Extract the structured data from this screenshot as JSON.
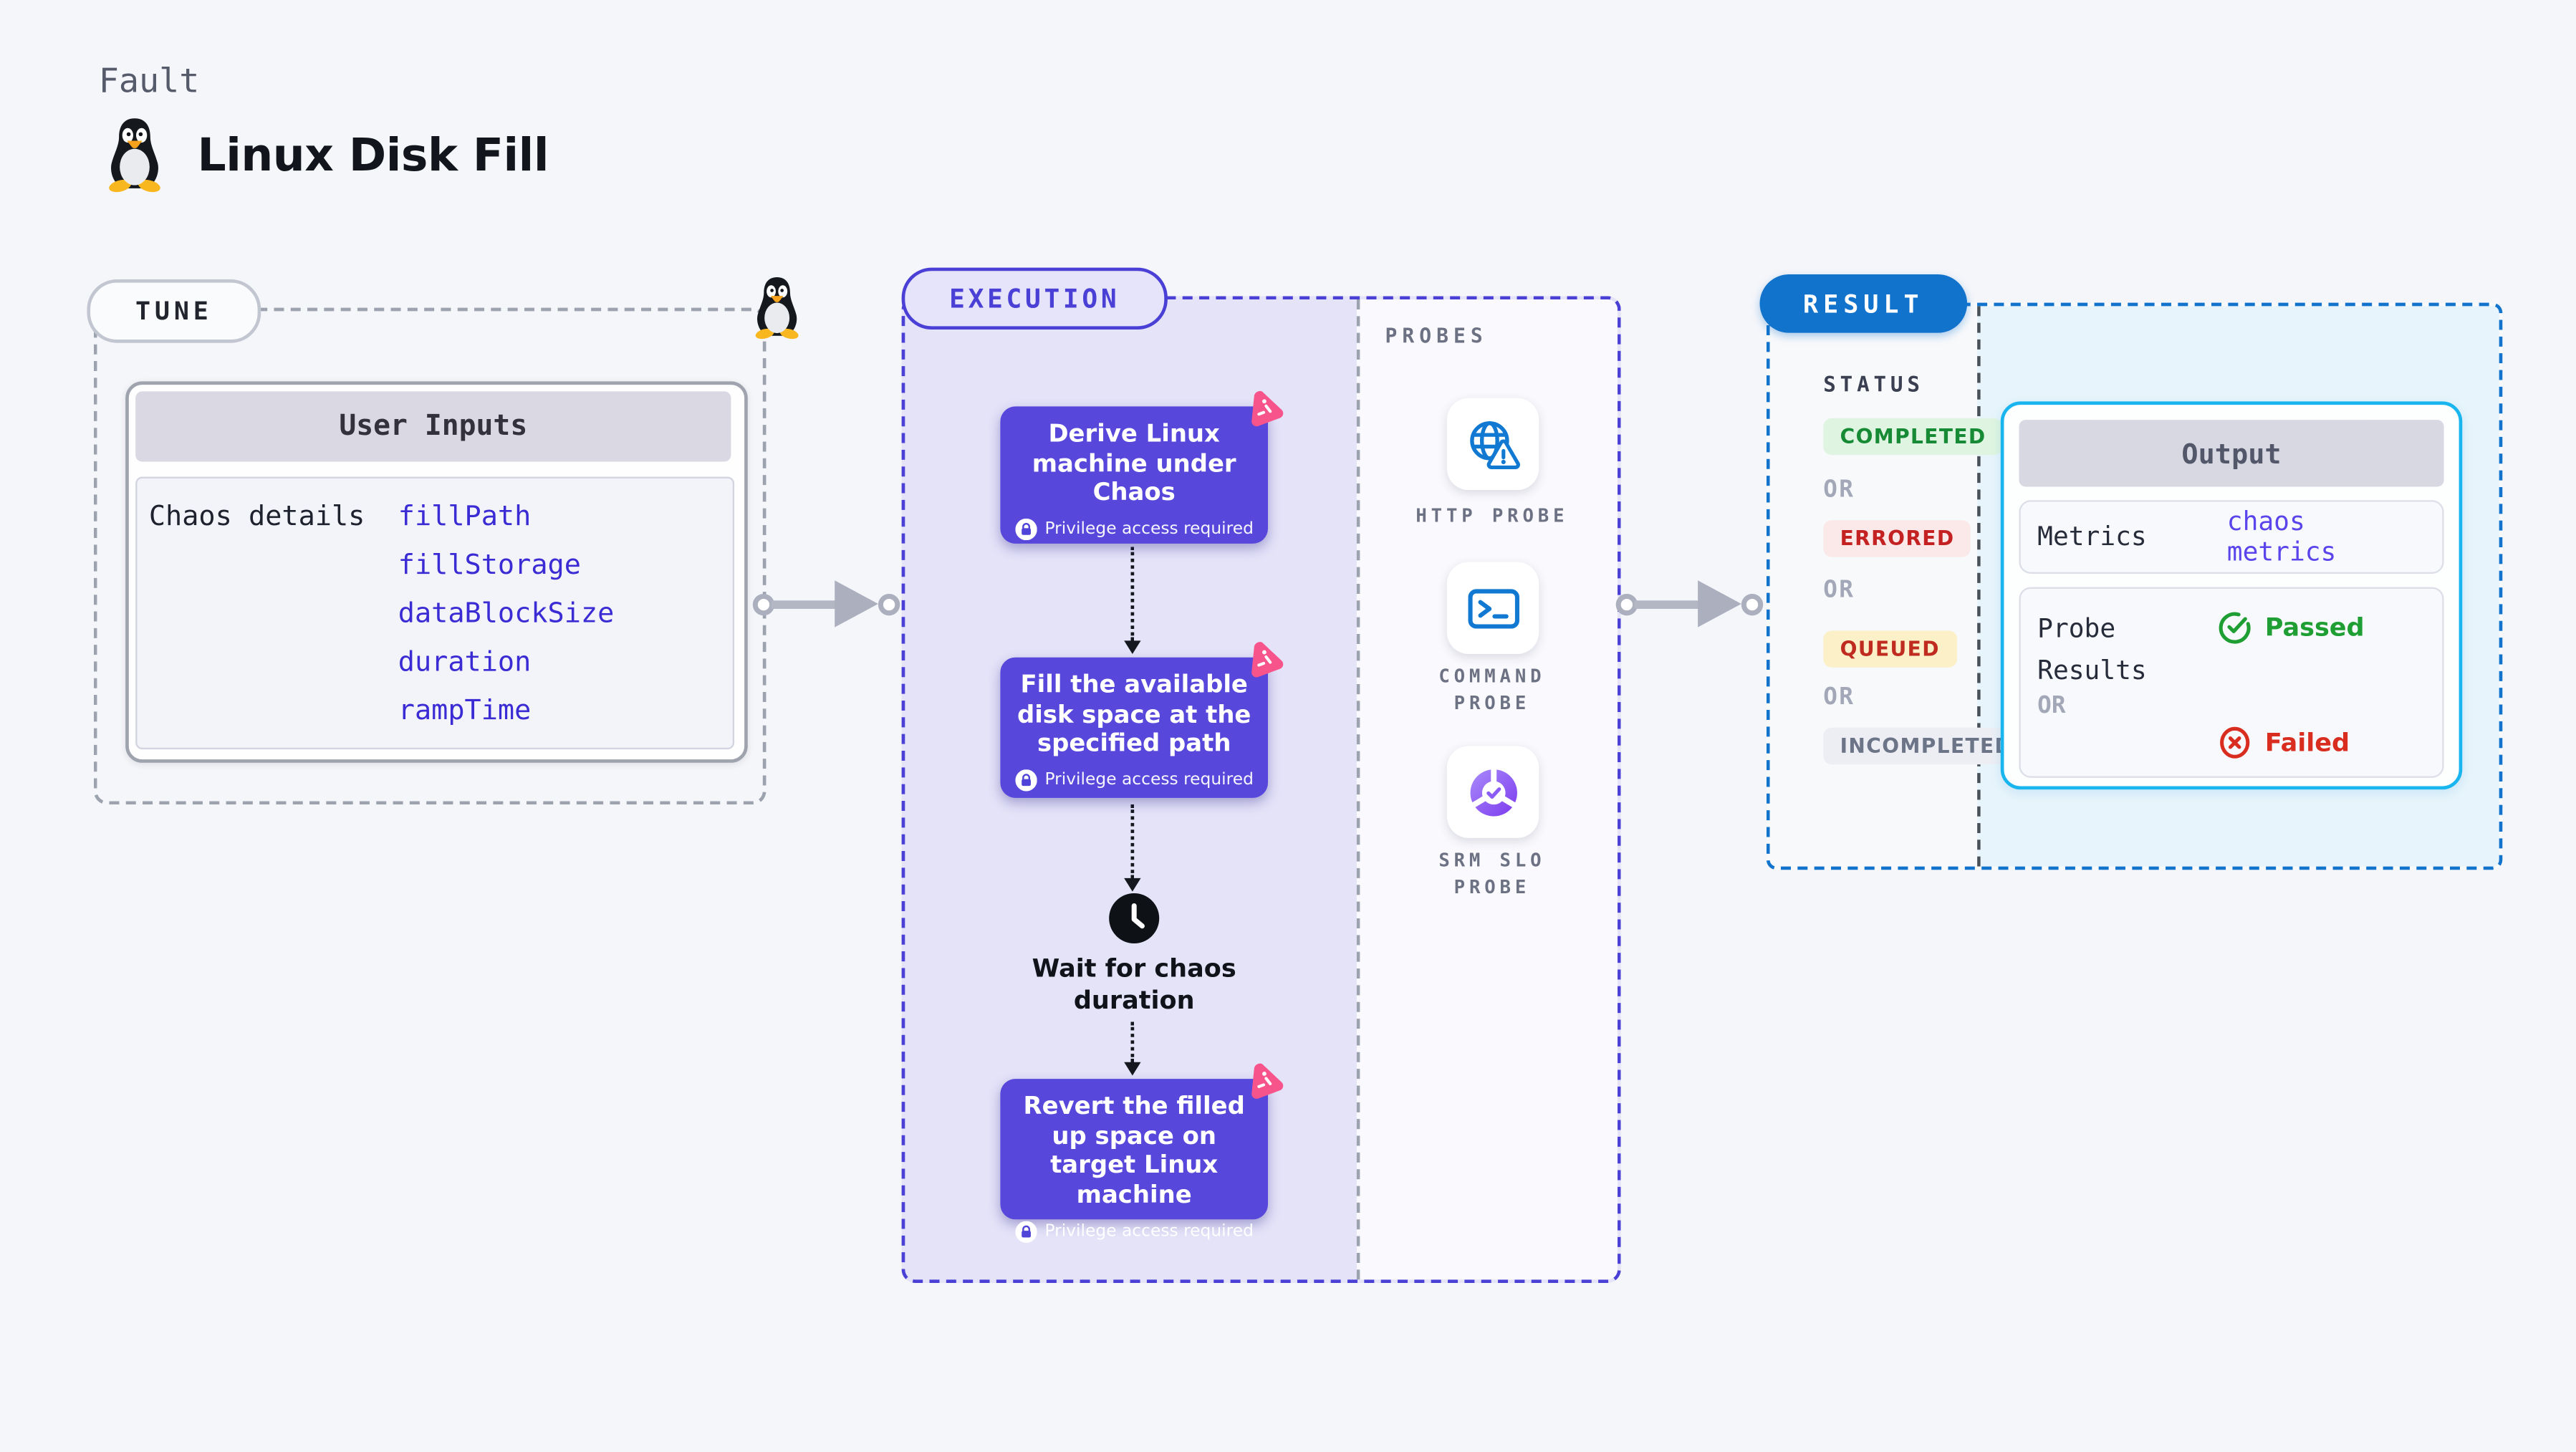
{
  "header": {
    "eyebrow": "Fault",
    "title": "Linux Disk Fill"
  },
  "tune": {
    "label": "TUNE",
    "card_title": "User Inputs",
    "row_label": "Chaos details",
    "inputs": [
      "fillPath",
      "fillStorage",
      "dataBlockSize",
      "duration",
      "rampTime"
    ]
  },
  "execution": {
    "label": "EXECUTION",
    "privilege_label": "Privilege access required",
    "wait_label": "Wait for chaos duration",
    "steps": [
      {
        "title": "Derive Linux machine under Chaos"
      },
      {
        "title": "Fill the available disk space at the specified path"
      },
      {
        "title": "Revert the filled up space on target Linux machine"
      }
    ]
  },
  "probes": {
    "label": "PROBES",
    "items": [
      {
        "name": "HTTP PROBE",
        "icon": "globe-alert-icon"
      },
      {
        "name": "COMMAND PROBE",
        "icon": "terminal-icon"
      },
      {
        "name": "SRM SLO PROBE",
        "icon": "slo-pie-icon"
      }
    ]
  },
  "result": {
    "label": "RESULT",
    "status_label": "STATUS",
    "or_label": "OR",
    "statuses": [
      {
        "label": "COMPLETED",
        "fg": "#178A35",
        "bg": "#DFF5E1"
      },
      {
        "label": "ERRORED",
        "fg": "#C42222",
        "bg": "#FBE9E9"
      },
      {
        "label": "QUEUED",
        "fg": "#C02B20",
        "bg": "#FCF0C8"
      },
      {
        "label": "INCOMPLETED",
        "fg": "#6C7487",
        "bg": "#ECEEF4"
      }
    ],
    "output": {
      "title": "Output",
      "metrics_label": "Metrics",
      "metrics_link": "chaos metrics",
      "probe_results_label": "Probe Results",
      "passed": "Passed",
      "failed": "Failed"
    }
  },
  "colors": {
    "accent_indigo": "#4B40D6",
    "step_purple": "#5747DB",
    "chaos_pink": "#F8548C",
    "result_blue": "#1273CD",
    "output_border": "#19B5EE",
    "link_blue": "#3A2BD4",
    "passed_green": "#1F9E33",
    "failed_red": "#D92D20"
  }
}
